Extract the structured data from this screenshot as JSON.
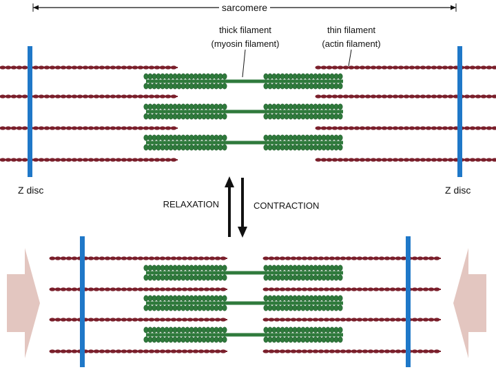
{
  "labels": {
    "sarcomere": "sarcomere",
    "thick_filament_line1": "thick filament",
    "thick_filament_line2": "(myosin filament)",
    "thin_filament_line1": "thin filament",
    "thin_filament_line2": "(actin filament)",
    "z_disc_left": "Z disc",
    "z_disc_right": "Z disc",
    "relaxation": "RELAXATION",
    "contraction": "CONTRACTION"
  },
  "colors": {
    "z_disc": "#1f78c8",
    "actin": "#7a1f2b",
    "myosin": "#2f7a3c",
    "myosin_dark": "#1e5a2a",
    "force_arrow": "#e3c6c0",
    "arrow": "#111111"
  },
  "icons": {
    "up_arrow": "relaxation-arrow-icon",
    "down_arrow": "contraction-arrow-icon",
    "force_left": "force-arrow-right-icon",
    "force_right": "force-arrow-left-icon"
  }
}
